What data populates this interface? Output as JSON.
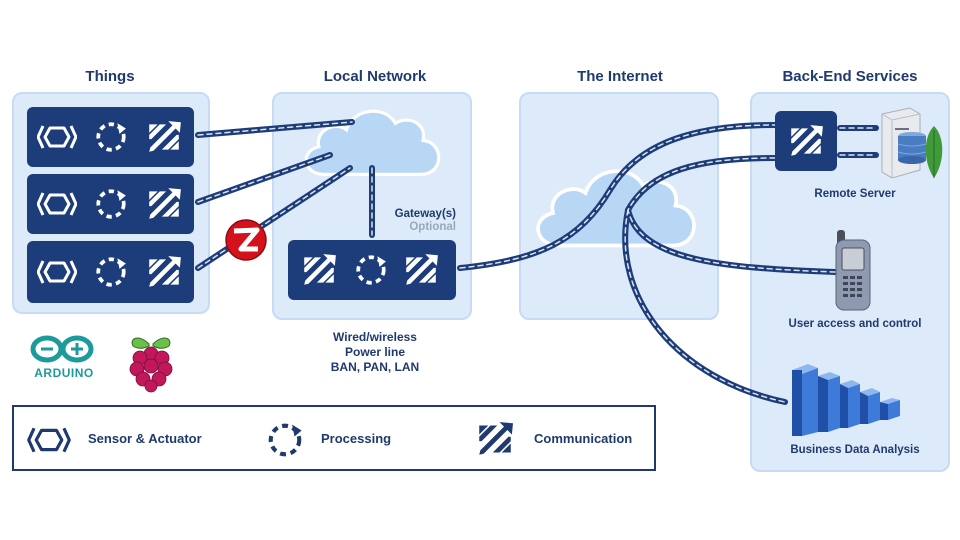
{
  "columns": {
    "things": {
      "title": "Things"
    },
    "local_network": {
      "title": "Local Network",
      "gateway_label": "Gateway(s)",
      "gateway_note": "Optional",
      "caption": [
        "Wired/wireless",
        "Power line",
        "BAN, PAN, LAN"
      ]
    },
    "internet": {
      "title": "The Internet"
    },
    "backend": {
      "title": "Back-End Services",
      "items": [
        {
          "label": "Remote Server"
        },
        {
          "label": "User access and control"
        },
        {
          "label": "Business Data Analysis"
        }
      ]
    }
  },
  "logos": {
    "arduino": "ARDUINO"
  },
  "legend": [
    {
      "icon": "sensor-actuator-icon",
      "label": "Sensor & Actuator"
    },
    {
      "icon": "processing-icon",
      "label": "Processing"
    },
    {
      "icon": "communication-icon",
      "label": "Communication"
    }
  ],
  "colors": {
    "navy": "#1d3d7a",
    "panel": "#dceafa",
    "cloud": "#b7d7f5",
    "zigbee": "#d4121b",
    "arduino": "#1c9a9c",
    "raspberry": "#c2185b"
  }
}
